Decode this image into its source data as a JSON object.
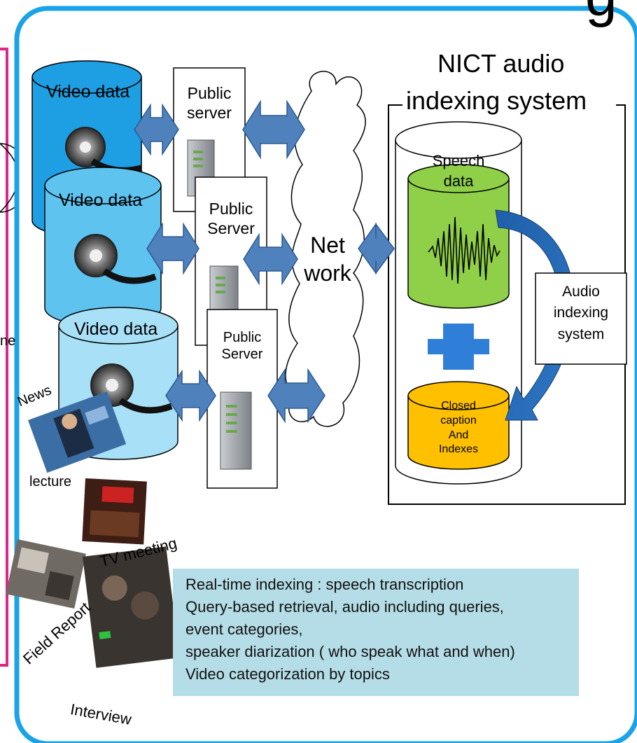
{
  "partial_text": {
    "top_right": "g",
    "left_edge": "ne"
  },
  "sources": [
    {
      "label": "Video data"
    },
    {
      "label": "Video data"
    },
    {
      "label": "Video data"
    }
  ],
  "servers": [
    {
      "line1": "Public",
      "line2": "server"
    },
    {
      "line1": "Public",
      "line2": "Server"
    },
    {
      "line1": "Public",
      "line2": "Server"
    }
  ],
  "network": {
    "line1": "Net",
    "line2": "work"
  },
  "system": {
    "title_line1": "NICT audio",
    "title_line2": "indexing system",
    "speech_line1": "Speech",
    "speech_line2": "data",
    "caption_line1": "Closed",
    "caption_line2": "caption",
    "caption_line3": "And",
    "caption_line4": "Indexes",
    "audio_line1": "Audio",
    "audio_line2": "indexing",
    "audio_line3": "system"
  },
  "thumbnails": {
    "news": "News",
    "lecture": "lecture",
    "tv_meeting": "TV meeting",
    "field_report": "Field Report",
    "interview": "Interview"
  },
  "features": [
    "Real-time indexing : speech transcription",
    "Query-based retrieval, audio including queries,",
    "event categories,",
    "speaker diarization ( who speak what and when)",
    "Video categorization by topics"
  ],
  "colors": {
    "frame": "#1aa3e6",
    "source1": "#1e9fe3",
    "source2": "#5ec3ef",
    "source3": "#a8e0f8",
    "arrow": "#4f81bd",
    "speech": "#8fd048",
    "caption": "#ffc000",
    "cross": "#2f7ed8",
    "curve": "#1f5fa8",
    "pink": "#e1248a",
    "infobox": "#b5dde7"
  }
}
